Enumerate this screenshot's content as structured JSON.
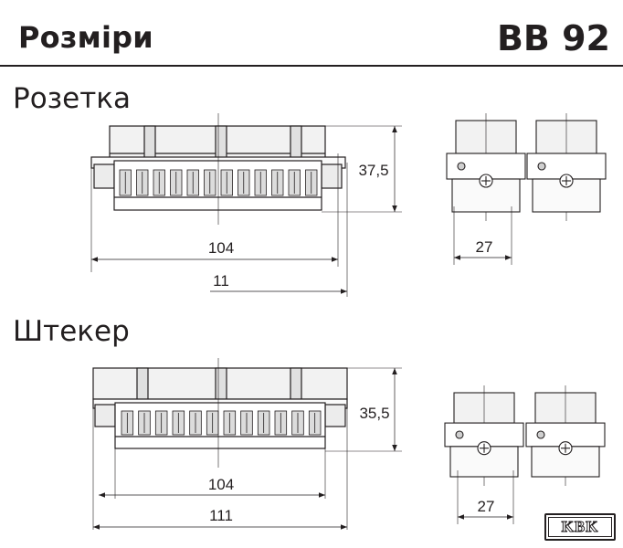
{
  "header": {
    "title": "Розміри",
    "code": "BB 92"
  },
  "sections": [
    {
      "title": "Розетка",
      "dims": {
        "height": "37,5",
        "length": "104",
        "total": "11",
        "width": "27"
      }
    },
    {
      "title": "Штекер",
      "dims": {
        "height": "35,5",
        "length": "104",
        "total": "111",
        "width": "27"
      }
    }
  ],
  "logo": {
    "text": "KBK"
  }
}
